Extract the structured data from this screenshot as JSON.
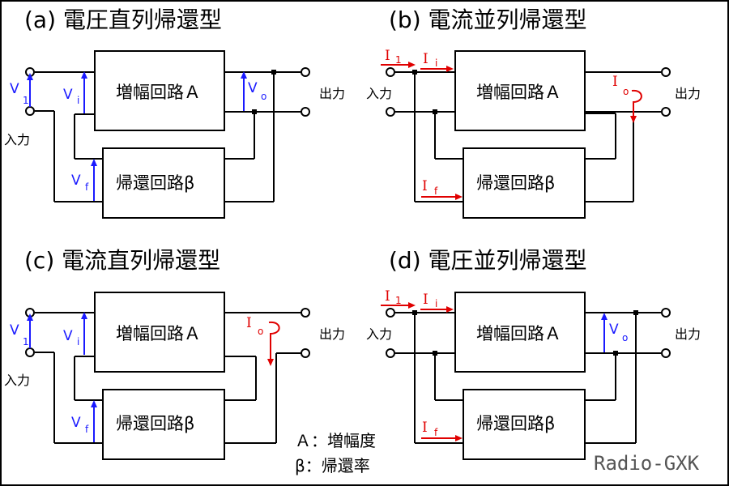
{
  "panels": {
    "a": {
      "title": "(a) 電圧直列帰還型",
      "amp": "増幅回路Ａ",
      "fb": "帰還回路β",
      "input": "入力",
      "output": "出力",
      "v1": "V",
      "v1_sub": "1",
      "vi": "V",
      "vi_sub": "i",
      "vo": "V",
      "vo_sub": "o",
      "vf": "V",
      "vf_sub": "f"
    },
    "b": {
      "title": "(b) 電流並列帰還型",
      "amp": "増幅回路Ａ",
      "fb": "帰還回路β",
      "input": "入力",
      "output": "出力",
      "i1": "I",
      "i1_sub": "1",
      "ii": "I",
      "ii_sub": "i",
      "io": "I",
      "io_sub": "o",
      "if": "I",
      "if_sub": "f"
    },
    "c": {
      "title": "(c) 電流直列帰還型",
      "amp": "増幅回路Ａ",
      "fb": "帰還回路β",
      "input": "入力",
      "output": "出力",
      "v1": "V",
      "v1_sub": "1",
      "vi": "V",
      "vi_sub": "i",
      "io": "I",
      "io_sub": "o",
      "vf": "V",
      "vf_sub": "f"
    },
    "d": {
      "title": "(d) 電圧並列帰還型",
      "amp": "増幅回路Ａ",
      "fb": "帰還回路β",
      "input": "入力",
      "output": "出力",
      "i1": "I",
      "i1_sub": "1",
      "ii": "I",
      "ii_sub": "i",
      "vo": "V",
      "vo_sub": "o",
      "if": "I",
      "if_sub": "f"
    }
  },
  "legend": {
    "a_line": "Ａ：増幅度",
    "beta_line": "β：帰還率"
  },
  "watermark": "Radio-GXK",
  "colors": {
    "voltage": "#1a1aff",
    "current": "#e00000",
    "wire": "#000000"
  }
}
